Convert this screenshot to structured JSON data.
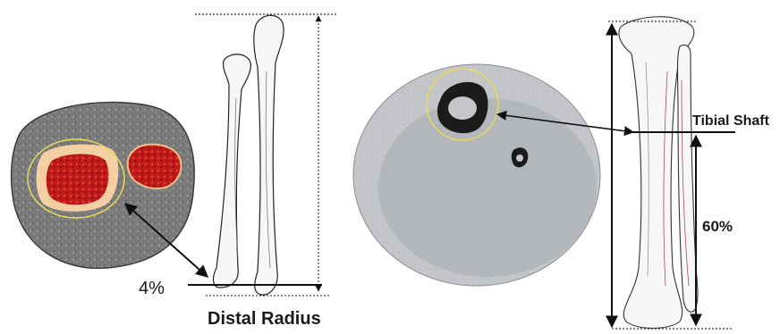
{
  "labels": {
    "distal_radius": "Distal Radius",
    "radius_percent": "4%",
    "tibial_shaft": "Tibial Shaft",
    "tibia_percent": "60%"
  },
  "colors": {
    "background": "#ffffff",
    "soft_tissue_dark": "#6e6e6e",
    "soft_tissue_light": "#a9a9a9",
    "bone_density_high": "#c8141c",
    "bone_density_low": "#f7d7a9",
    "roi_circle": "#e6dc5a",
    "cortical_bone": "#1b1b1b",
    "ct_light": "#c4c6c9",
    "ct_dark": "#b0b3b7",
    "annotation": "#111111"
  }
}
